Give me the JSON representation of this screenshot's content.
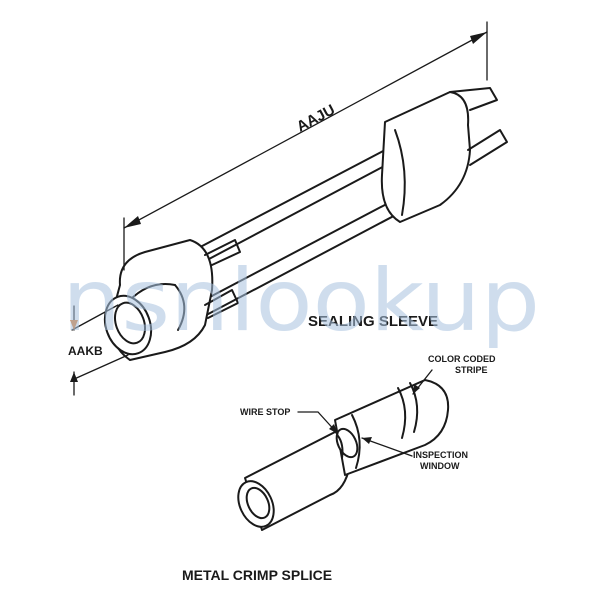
{
  "watermark": "nsnlookup",
  "labels": {
    "length_dim": "AAJU",
    "diameter_dim": "AAKB",
    "sealing_sleeve": "SEALING SLEEVE",
    "color_coded_line1": "COLOR CODED",
    "color_coded_line2": "STRIPE",
    "wire_stop": "WIRE STOP",
    "inspection_line1": "INSPECTION",
    "inspection_line2": "WINDOW",
    "metal_crimp_splice": "METAL CRIMP SPLICE"
  },
  "colors": {
    "ink": "#1a1a1a",
    "watermark": "#a9c3e0",
    "marker": "#d9782b"
  }
}
